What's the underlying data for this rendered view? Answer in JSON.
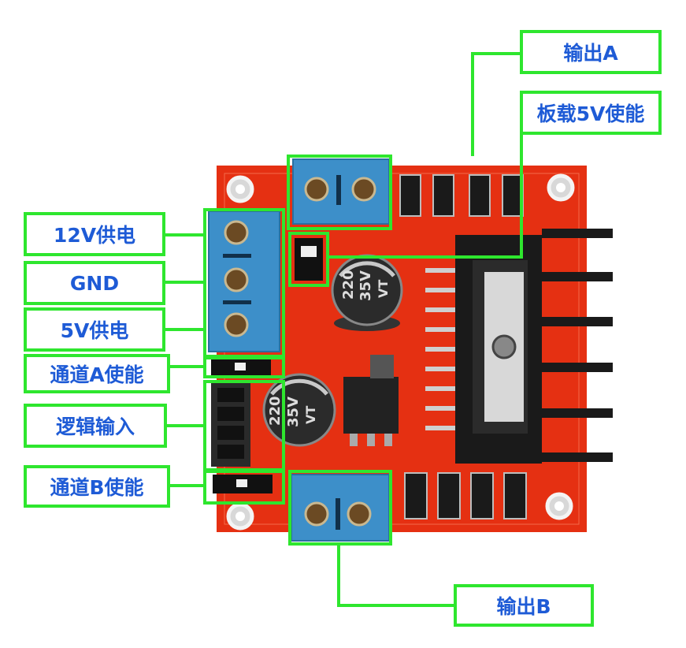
{
  "labels": {
    "output_a": "输出A",
    "onboard_5v_enable": "板载5V使能",
    "power_12v": "12V供电",
    "gnd": "GND",
    "power_5v": "5V供电",
    "channel_a_enable": "通道A使能",
    "logic_input": "逻辑输入",
    "channel_b_enable": "通道B使能",
    "output_b": "输出B"
  },
  "capacitor_markings": {
    "line1": "220",
    "line2": "35V",
    "line3": "VT"
  },
  "colors": {
    "callout_green": "#2ee62e",
    "label_blue": "#1e5bd6",
    "pcb_red": "#e53012",
    "terminal_blue": "#3d8fc9",
    "heatsink_black": "#1a1a1a"
  }
}
